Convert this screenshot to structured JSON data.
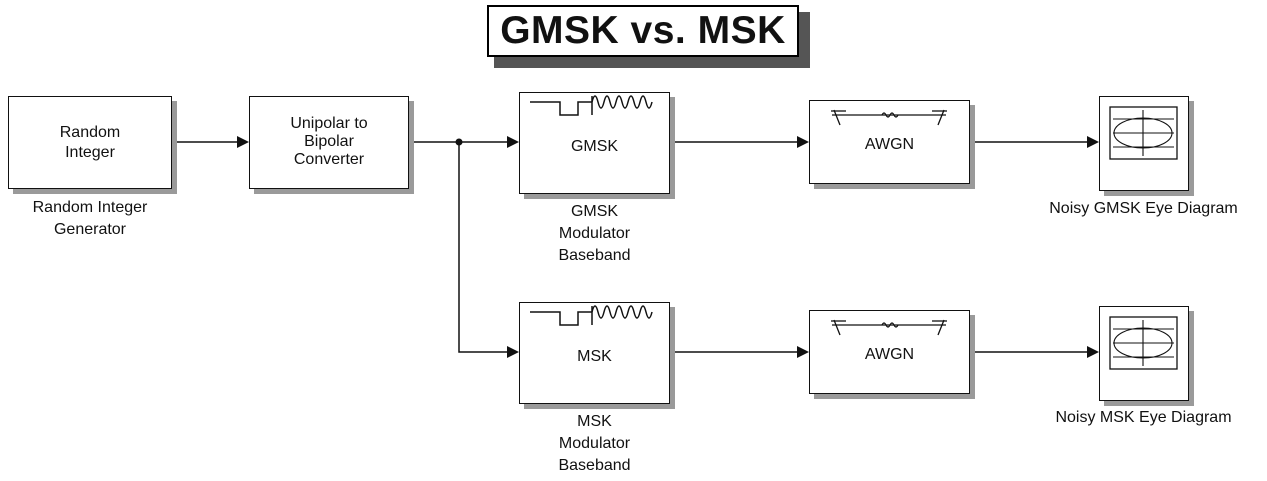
{
  "title": "GMSK vs. MSK",
  "blocks": {
    "random_integer": {
      "text_line1": "Random",
      "text_line2": "Integer",
      "caption_line1": "Random Integer",
      "caption_line2": "Generator"
    },
    "unipolar": {
      "text_line1": "Unipolar to",
      "text_line2": "Bipolar",
      "text_line3": "Converter"
    },
    "gmsk_mod": {
      "text": "GMSK",
      "caption_line1": "GMSK",
      "caption_line2": "Modulator",
      "caption_line3": "Baseband"
    },
    "msk_mod": {
      "text": "MSK",
      "caption_line1": "MSK",
      "caption_line2": "Modulator",
      "caption_line3": "Baseband"
    },
    "awgn_top": {
      "text": "AWGN"
    },
    "awgn_bottom": {
      "text": "AWGN"
    },
    "gmsk_eye": {
      "caption": "Noisy GMSK Eye Diagram"
    },
    "msk_eye": {
      "caption": "Noisy MSK Eye Diagram"
    }
  },
  "icons": [
    "modulator-waveform-icon",
    "awgn-channel-icon",
    "eye-diagram-scope-icon"
  ]
}
